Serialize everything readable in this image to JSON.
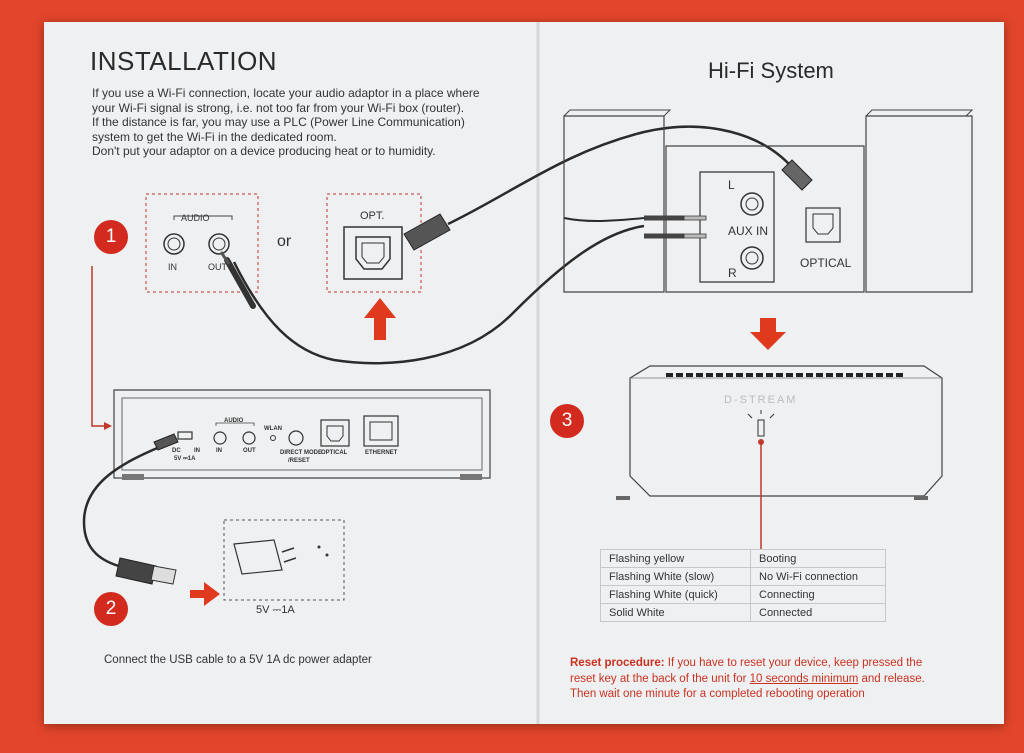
{
  "left_page": {
    "title": "INSTALLATION",
    "intro_lines": [
      "If you use a Wi-Fi connection, locate your audio adaptor in a place where",
      "your Wi-Fi signal is strong, i.e. not too far from your Wi-Fi box (router).",
      "If the distance is far, you may use a PLC (Power Line Communication)",
      "system to get the Wi-Fi in the dedicated room.",
      "Don't put your adaptor on a device producing heat or to humidity."
    ],
    "step1": "1",
    "step2": "2",
    "audio_label": "AUDIO",
    "in_label": "IN",
    "out_label": "OUT",
    "or_label": "or",
    "opt_label": "OPT.",
    "device_back": {
      "dc": "DC",
      "in": "IN",
      "dc_rating": "5V ⎓1A",
      "audio": "AUDIO",
      "audio_in": "IN",
      "audio_out": "OUT",
      "wlan": "WLAN",
      "direct_mode": "DIRECT MODE",
      "reset": "/RESET",
      "optical": "OPTICAL",
      "ethernet": "ETHERNET"
    },
    "adapter_rating": "5V ⎓1A",
    "caption": "Connect the USB cable to a 5V 1A dc power adapter"
  },
  "right_page": {
    "title": "Hi-Fi System",
    "aux_l": "L",
    "aux_in": "AUX IN",
    "aux_r": "R",
    "optical": "OPTICAL",
    "step3": "3",
    "brand": "D-STREAM",
    "led_table": [
      [
        "Flashing yellow",
        "Booting"
      ],
      [
        "Flashing White (slow)",
        "No Wi-Fi connection"
      ],
      [
        "Flashing White (quick)",
        "Connecting"
      ],
      [
        "Solid White",
        "Connected"
      ]
    ],
    "reset": {
      "label": "Reset procedure:",
      "line1_rest": " If you have to reset your device, keep pressed the",
      "line2_a": "reset key at the back of the unit for ",
      "line2_u": "10 seconds minimum",
      "line2_b": " and release.",
      "line3": "Then wait one minute for a completed rebooting operation"
    }
  },
  "colors": {
    "background": "#e2452b",
    "paper": "#eef0f2",
    "accent_red": "#d32a1f",
    "ink": "#333333"
  }
}
